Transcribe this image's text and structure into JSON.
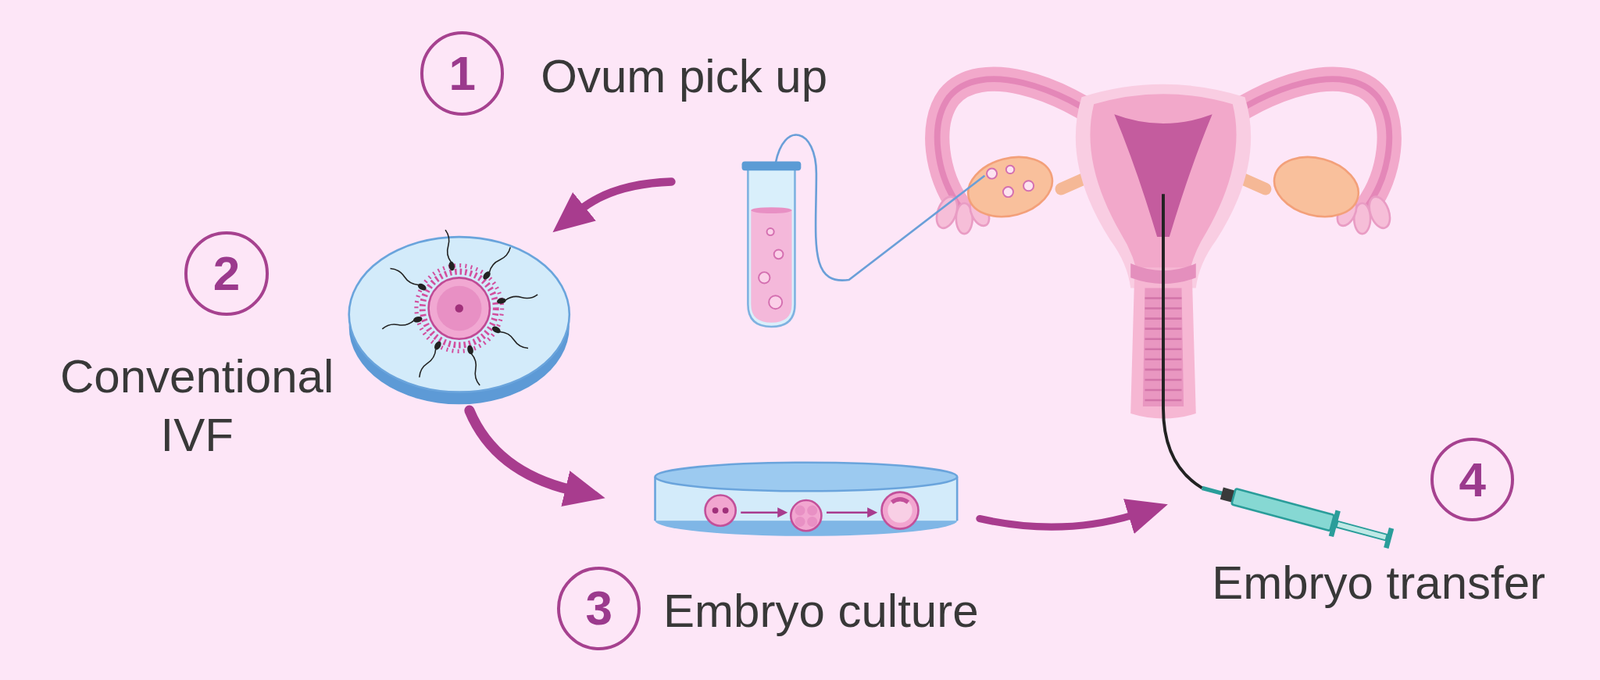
{
  "diagram": {
    "nodes": [
      {
        "text": [
          "1",
          "Ovum pick up"
        ]
      },
      {
        "text": [
          "2",
          "Conventional IVF"
        ]
      },
      {
        "text": [
          "3",
          "Embryo culture"
        ]
      },
      {
        "text": [
          "4",
          "Embryo transfer"
        ]
      }
    ]
  }
}
